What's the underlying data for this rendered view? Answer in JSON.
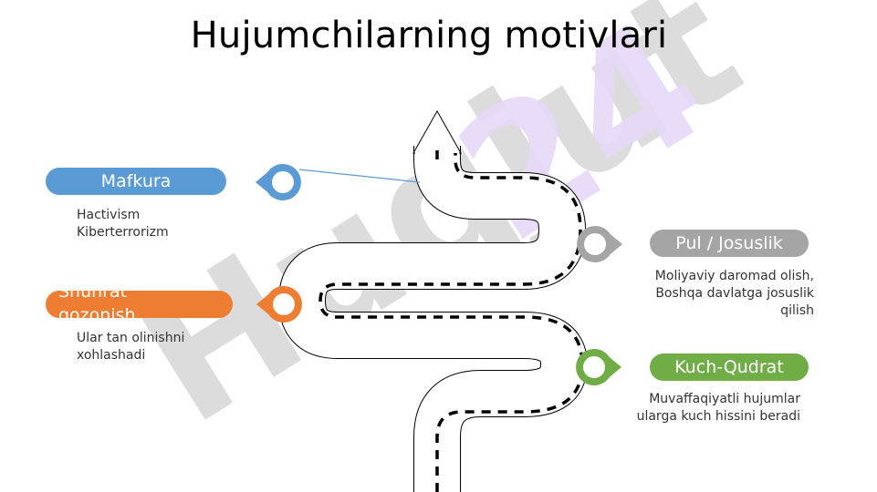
{
  "slide": {
    "title": "Hujumchilarning motivlari",
    "watermark": "Huqjut24"
  },
  "colors": {
    "blue": "#5B9BD5",
    "orange": "#ED7D31",
    "gray": "#A5A5A5",
    "green": "#70AD47",
    "watermark_gray": "#D6D6D6",
    "watermark_purple": "#E7D8F8"
  },
  "motives": [
    {
      "label": "Mafkura",
      "description": "Hactivism\nKiberterrorizm",
      "color_key": "blue",
      "icon": "location-marker-icon"
    },
    {
      "label": "Pul / Josuslik",
      "description": "Moliyaviy daromad olish,\nBoshqa davlatga josuslik\nqilish",
      "color_key": "gray",
      "icon": "location-marker-icon"
    },
    {
      "label": "Shuhrat qozonish",
      "description": "Ular tan olinishni\nxohlashadi",
      "color_key": "orange",
      "icon": "location-marker-icon"
    },
    {
      "label": "Kuch-Qudrat",
      "description": "Muvaffaqiyatli hujumlar\nularga kuch hissini beradi",
      "color_key": "green",
      "icon": "location-marker-icon"
    }
  ]
}
